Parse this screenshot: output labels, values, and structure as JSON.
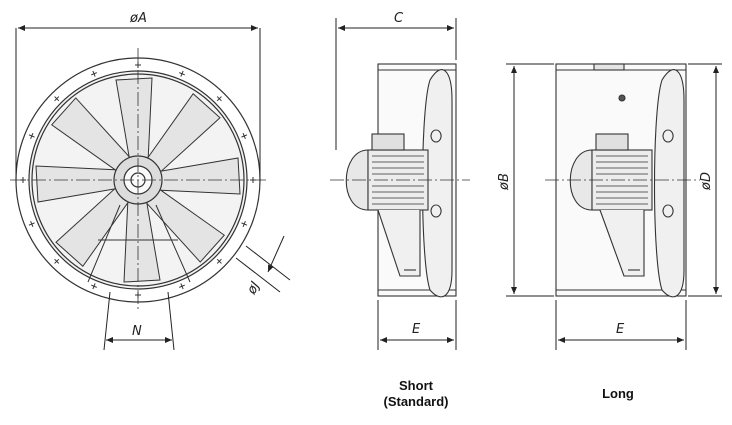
{
  "dimensions": {
    "A": "øA",
    "B": "øB",
    "C": "C",
    "D": "øD",
    "E_short": "E",
    "E_long": "E",
    "J": "øJ",
    "N": "N"
  },
  "captions": {
    "short_line1": "Short",
    "short_line2": "(Standard)",
    "long": "Long"
  }
}
